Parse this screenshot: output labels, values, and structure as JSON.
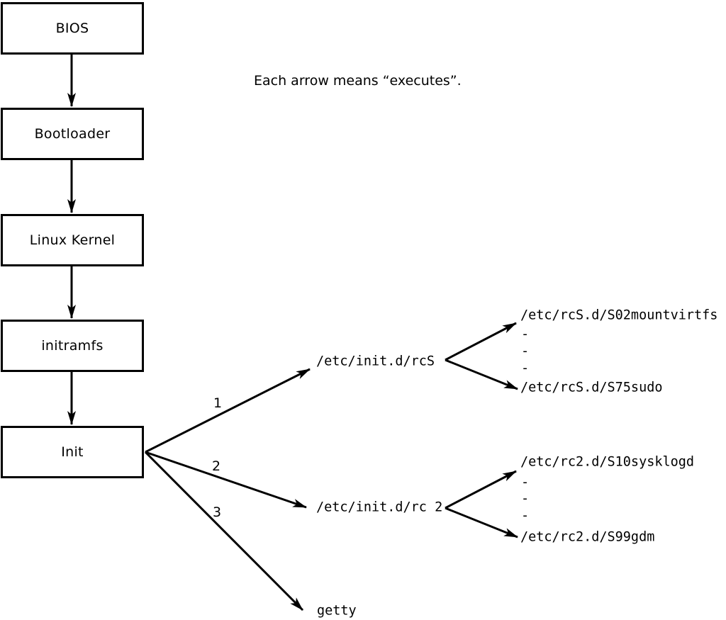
{
  "note": "Each arrow means “executes”.",
  "colors": {
    "ink": "#000000",
    "background": "#ffffff"
  },
  "boot_chain": [
    {
      "label": "BIOS"
    },
    {
      "label": "Bootloader"
    },
    {
      "label": "Linux Kernel"
    },
    {
      "label": "initramfs"
    },
    {
      "label": "Init"
    }
  ],
  "init_branches": [
    {
      "order": "1",
      "target": "/etc/init.d/rcS",
      "children": [
        "/etc/rcS.d/S02mountvirtfs",
        "-",
        "-",
        "-",
        "/etc/rcS.d/S75sudo"
      ]
    },
    {
      "order": "2",
      "target": "/etc/init.d/rc 2",
      "children": [
        "/etc/rc2.d/S10sysklogd",
        "-",
        "-",
        "-",
        "/etc/rc2.d/S99gdm"
      ]
    },
    {
      "order": "3",
      "target": "getty"
    }
  ]
}
